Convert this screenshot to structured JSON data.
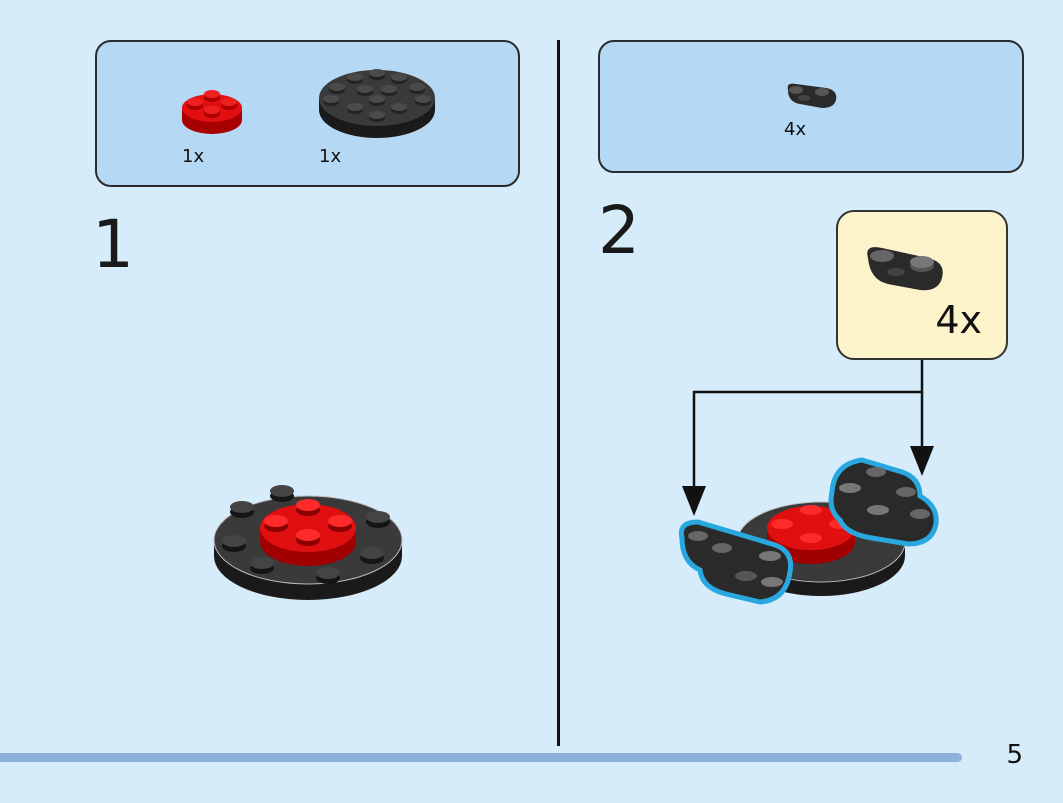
{
  "step1": {
    "number": "1",
    "parts": [
      {
        "name": "red round plate 2x2",
        "qty": "1x",
        "color": "#d40000"
      },
      {
        "name": "black round plate 4x4",
        "qty": "1x",
        "color": "#2b2b2b"
      }
    ]
  },
  "step2": {
    "number": "2",
    "parts": [
      {
        "name": "black plate with clip",
        "qty": "4x",
        "color": "#2b2b2b"
      }
    ],
    "callout": {
      "qty": "4x"
    }
  },
  "colors": {
    "background": "#d6ecfa",
    "parts_box": "#b5d8f4",
    "callout": "#fdf3cb",
    "highlight": "#29a8e0",
    "progress": "#8fb0dc"
  },
  "page": {
    "number": "5"
  }
}
